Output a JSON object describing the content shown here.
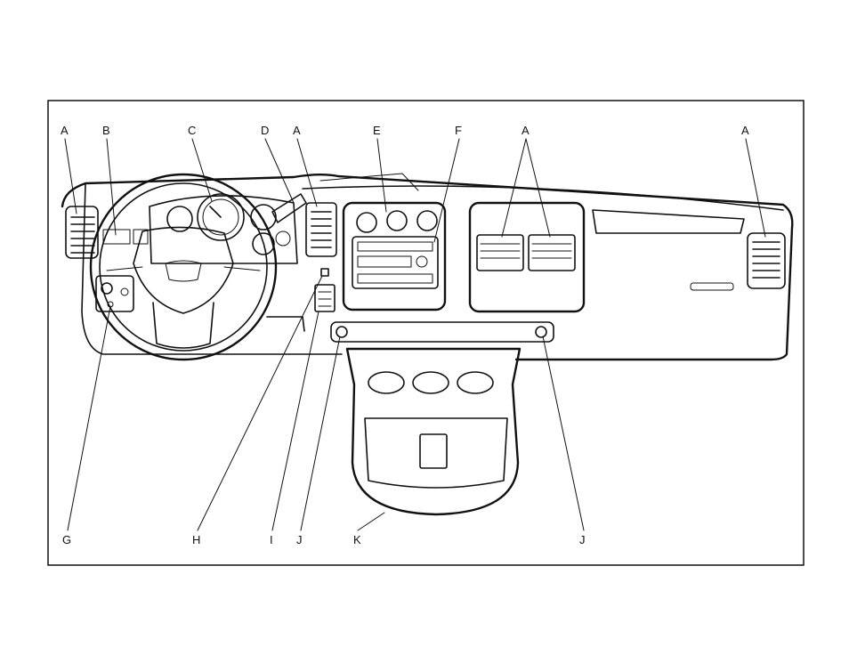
{
  "callouts": {
    "a1": "A",
    "b": "B",
    "c": "C",
    "d": "D",
    "a2": "A",
    "e": "E",
    "f": "F",
    "a3": "A",
    "a4": "A",
    "g": "G",
    "h": "H",
    "i": "I",
    "j1": "J",
    "k": "K",
    "j2": "J"
  }
}
